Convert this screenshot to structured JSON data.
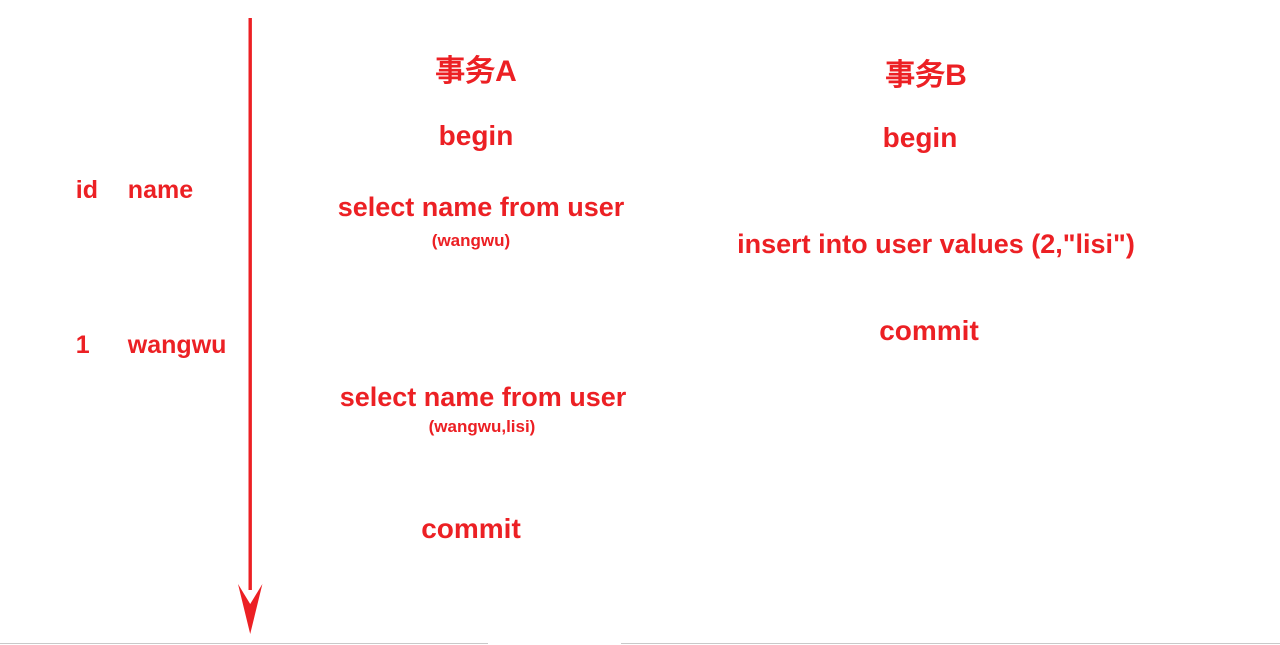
{
  "diagram": {
    "type": "transaction-timeline",
    "description": "Phantom read illustration: two concurrent database transactions on a shared time axis",
    "accent_color": "#ec2024",
    "background_color": "#ffffff",
    "rule_color": "#c9c9c9"
  },
  "result_table": {
    "headers": {
      "id": "id",
      "name": "name"
    },
    "rows": [
      {
        "id": "1",
        "name": "wangwu"
      }
    ]
  },
  "time_axis": {
    "icon": "down-arrow-icon",
    "direction": "downward",
    "color": "#ec2024"
  },
  "transactions": [
    {
      "id": "A",
      "title": "事务A",
      "steps": [
        {
          "kind": "begin",
          "text": "begin"
        },
        {
          "kind": "select",
          "text": "select name from user",
          "result": "(wangwu)"
        },
        {
          "kind": "select",
          "text": "select name from user",
          "result": "(wangwu,lisi)"
        },
        {
          "kind": "commit",
          "text": "commit"
        }
      ]
    },
    {
      "id": "B",
      "title": "事务B",
      "steps": [
        {
          "kind": "begin",
          "text": "begin"
        },
        {
          "kind": "insert",
          "text": "insert into user values (2,\"lisi\")"
        },
        {
          "kind": "commit",
          "text": "commit"
        }
      ]
    }
  ]
}
